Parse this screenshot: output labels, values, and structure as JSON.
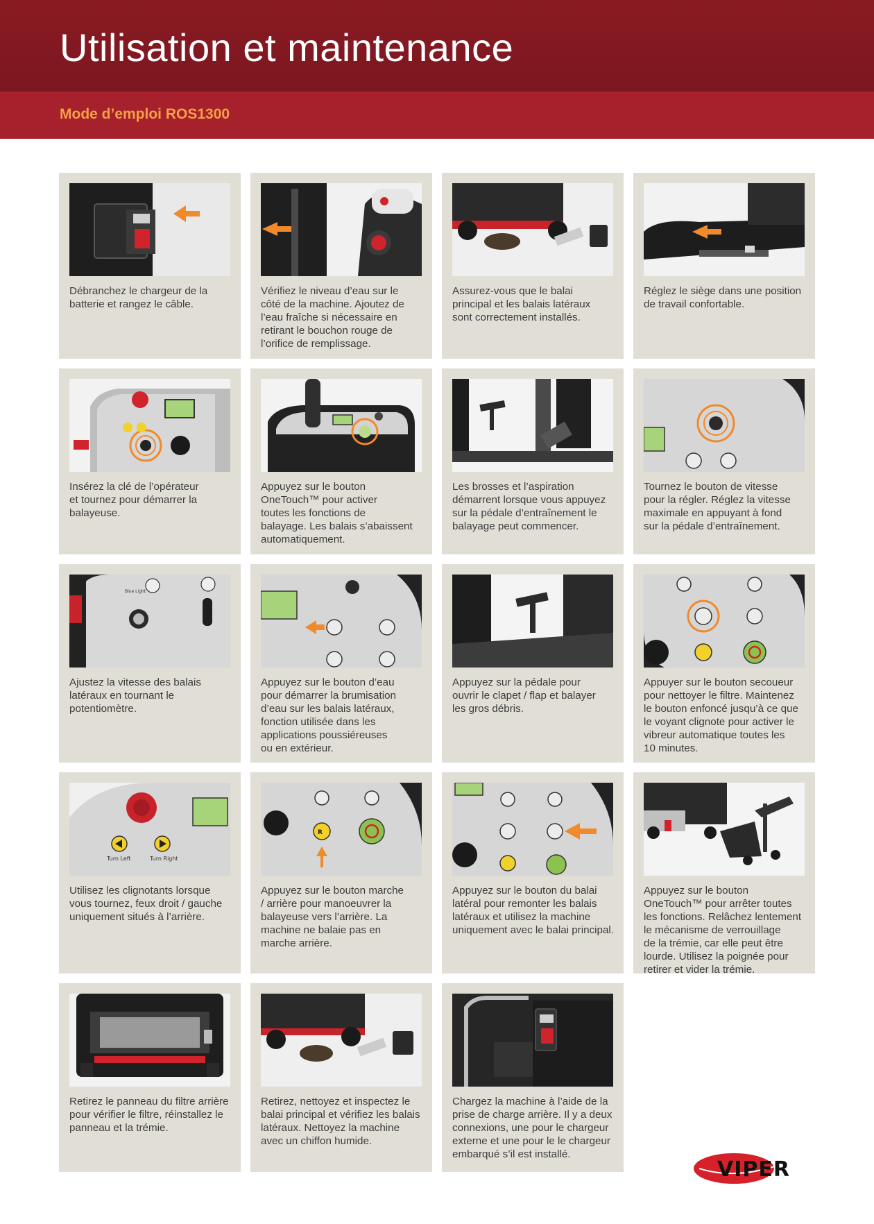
{
  "header": {
    "title": "Utilisation et maintenance",
    "subtitle": "Mode d’emploi ROS1300"
  },
  "colors": {
    "header_dark": "#7c1720",
    "header_band": "#a6212b",
    "subtitle_orange": "#f6a04a",
    "card_bg": "#e1ded6",
    "accent_orange": "#f08a2c",
    "logo_red": "#d6202a"
  },
  "steps": [
    {
      "icon": "battery-connector-photo",
      "caption": "Débranchez le chargeur de la\nbatterie et rangez le câble."
    },
    {
      "icon": "water-level-photo",
      "caption": "Vérifiez le niveau d’eau sur le\ncôté de la machine. Ajoutez de\nl’eau fraîche si nécessaire en\nretirant le bouchon rouge de\nl’orifice de remplissage."
    },
    {
      "icon": "brushes-photo",
      "caption": "Assurez-vous que le balai\nprincipal et les balais latéraux\nsont correctement installés."
    },
    {
      "icon": "seat-adjust-photo",
      "caption": "Réglez le siège dans une position\nde travail confortable."
    },
    {
      "icon": "key-switch-photo",
      "caption": "Insérez la clé de l’opérateur\net tournez pour démarrer la\nbalayeuse."
    },
    {
      "icon": "onetouch-button-photo",
      "caption": "Appuyez sur le bouton\nOneTouch™ pour activer\ntoutes les fonctions de\nbalayage. Les balais s’abaissent\nautomatiquement."
    },
    {
      "icon": "drive-pedal-photo",
      "caption": "Les brosses et l’aspiration\ndémarrent lorsque vous appuyez\nsur la pédale d’entraînement le\nbalayage peut commencer."
    },
    {
      "icon": "speed-knob-photo",
      "caption": "Tournez le bouton de vitesse\npour la régler. Réglez la vitesse\nmaximale en appuyant à fond\nsur la pédale d’entraînement."
    },
    {
      "icon": "potentiometer-photo",
      "caption": "Ajustez la vitesse des balais\nlatéraux en tournant le\npotentiomètre."
    },
    {
      "icon": "water-button-photo",
      "caption": "Appuyez sur le bouton d’eau\npour démarrer la brumisation\nd’eau sur les balais latéraux,\nfonction utilisée dans les\napplications poussiéreuses\nou en extérieur."
    },
    {
      "icon": "flap-pedal-photo",
      "caption": "Appuyez sur la pédale pour\nouvrir le clapet / flap et balayer\nles gros débris."
    },
    {
      "icon": "filter-shaker-photo",
      "caption": "Appuyer sur le bouton secoueur\npour nettoyer le filtre. Maintenez\nle bouton enfoncé jusqu’à ce que\nle voyant clignote pour activer le\nvibreur automatique toutes les\n10 minutes."
    },
    {
      "icon": "turn-signal-photo",
      "caption": "Utilisez les clignotants lorsque\nvous tournez, feux droit / gauche\nuniquement situés à l’arrière."
    },
    {
      "icon": "reverse-button-photo",
      "caption": "Appuyez sur le bouton marche\n/ arrière pour manoeuvrer la\nbalayeuse vers l’arrière. La\nmachine ne balaie pas en\nmarche arrière."
    },
    {
      "icon": "side-brush-button-photo",
      "caption": "Appuyez sur le bouton du balai\nlatéral pour remonter les balais\nlatéraux et utilisez la machine\nuniquement avec le balai principal."
    },
    {
      "icon": "hopper-photo",
      "caption": "Appuyez sur le bouton\nOneTouch™ pour arrêter toutes\nles fonctions. Relâchez lentement\nle mécanisme de verrouillage\nde la trémie, car elle peut être\nlourde. Utilisez la poignée pour\nretirer et vider la trémie."
    },
    {
      "icon": "rear-filter-panel-photo",
      "caption": "Retirez le panneau du filtre arrière\npour vérifier le filtre, réinstallez le\npanneau et la trémie."
    },
    {
      "icon": "clean-brush-photo",
      "caption": "Retirez, nettoyez et inspectez le\nbalai principal et vérifiez les balais\nlatéraux. Nettoyez la machine\navec un chiffon humide."
    },
    {
      "icon": "charging-photo",
      "caption": "Chargez la machine à l’aide de la\nprise de charge arrière. Il y a deux\nconnexions, une pour le chargeur\nexterne et une pour le le chargeur\nembarqué s’il est installé."
    }
  ],
  "logo": {
    "text": "VIPER"
  },
  "onetouch_labels": [
    "Blue Light",
    "Turn Left",
    "Turn Right",
    "R"
  ]
}
